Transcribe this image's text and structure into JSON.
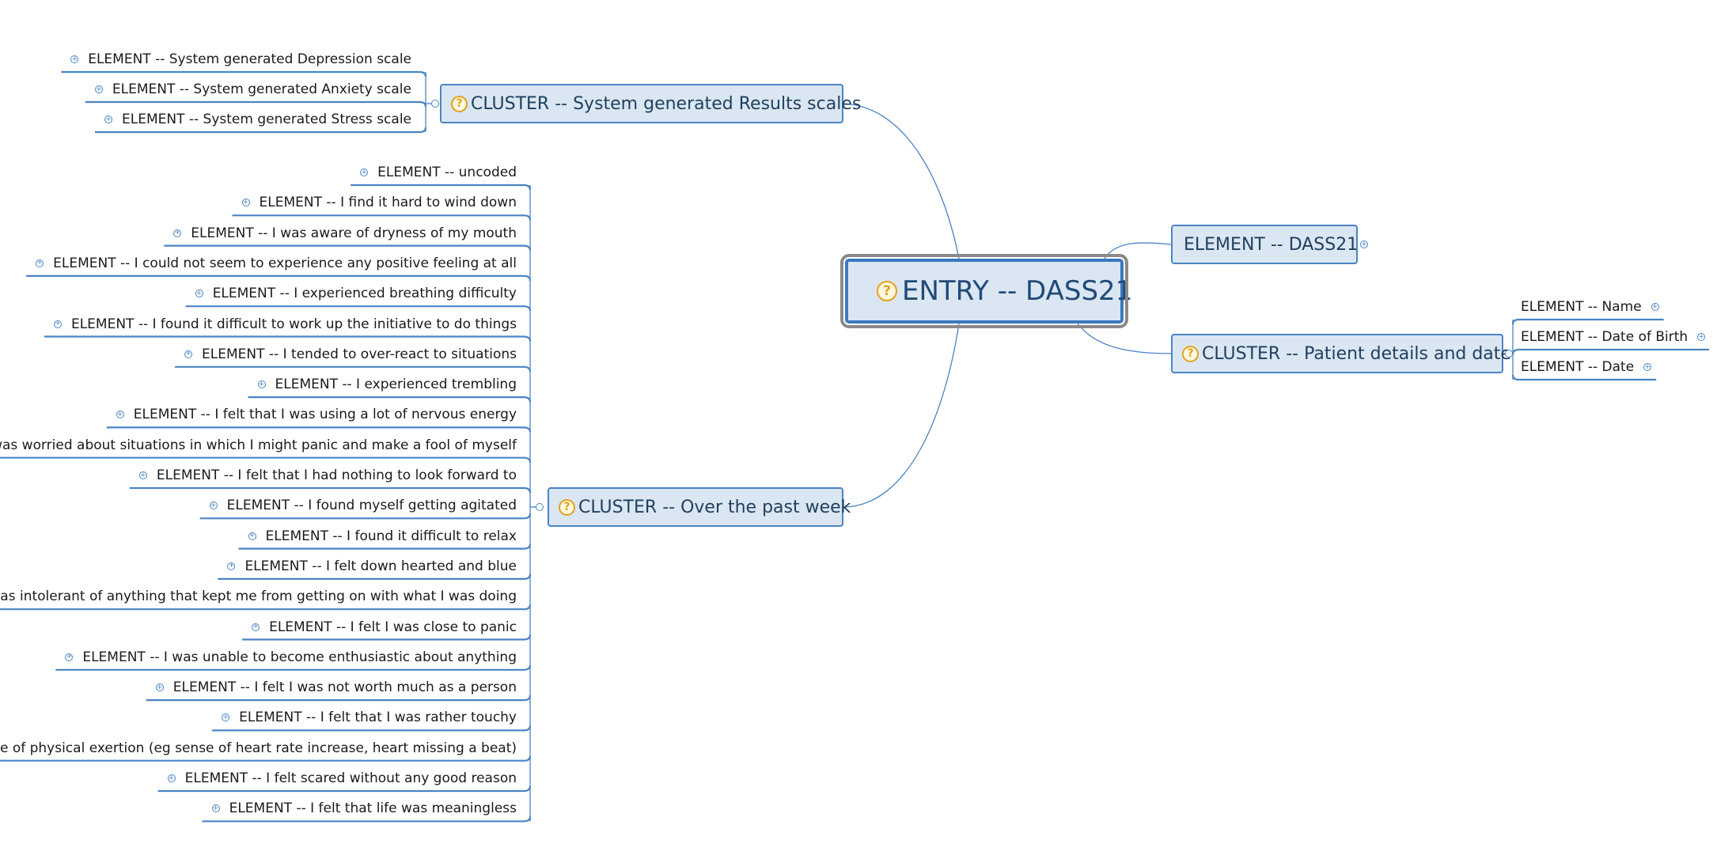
{
  "central": {
    "label": "ENTRY -- DASS21",
    "icon": "question-icon"
  },
  "clusters": {
    "results": {
      "label": "CLUSTER -- System generated Results scales",
      "icon": "question-icon",
      "items": [
        "ELEMENT -- System generated Depression scale",
        "ELEMENT -- System generated Anxiety scale",
        "ELEMENT -- System generated Stress scale"
      ]
    },
    "week": {
      "label": "CLUSTER -- Over the past week",
      "icon": "question-icon",
      "items": [
        "ELEMENT -- uncoded",
        "ELEMENT -- I find it hard to wind down",
        "ELEMENT -- I was aware of dryness of my mouth",
        "ELEMENT -- I could not seem to experience any positive feeling at all",
        "ELEMENT -- I experienced breathing difficulty",
        "ELEMENT -- I found it difficult to work up the initiative to do things",
        "ELEMENT -- I tended to over-react to situations",
        "ELEMENT -- I experienced trembling",
        "ELEMENT -- I felt that I was using a lot of nervous energy",
        "ELEMENT -- I was worried about situations in which I might panic and make a fool of myself",
        "ELEMENT -- I felt that I had nothing to look forward to",
        "ELEMENT -- I found myself getting agitated",
        "ELEMENT -- I found it difficult to relax",
        "ELEMENT -- I felt down hearted and blue",
        "ELEMENT -- I was intolerant of anything that kept me from getting on with what I was doing",
        "ELEMENT -- I felt I was close to panic",
        "ELEMENT -- I was unable to become enthusiastic about anything",
        "ELEMENT -- I felt I was not worth much as a person",
        "ELEMENT -- I felt that I was rather touchy",
        "ELEMENT -- I was aware of the action of my heart in the absence of physical exertion (eg sense of heart rate increase, heart missing a beat)",
        "ELEMENT -- I felt scared without any good reason",
        "ELEMENT -- I felt that life was meaningless"
      ]
    },
    "dass": {
      "label": "ELEMENT -- DASS21"
    },
    "patient": {
      "label": "CLUSTER -- Patient details and date",
      "icon": "question-icon",
      "items": [
        "ELEMENT -- Name",
        "ELEMENT -- Date of Birth",
        "ELEMENT -- Date"
      ]
    }
  },
  "colors": {
    "node_fill": "#dae6f2",
    "node_border": "#4a84c4",
    "connector": "#4a84c4",
    "icon_accent": "#e3a21a"
  }
}
